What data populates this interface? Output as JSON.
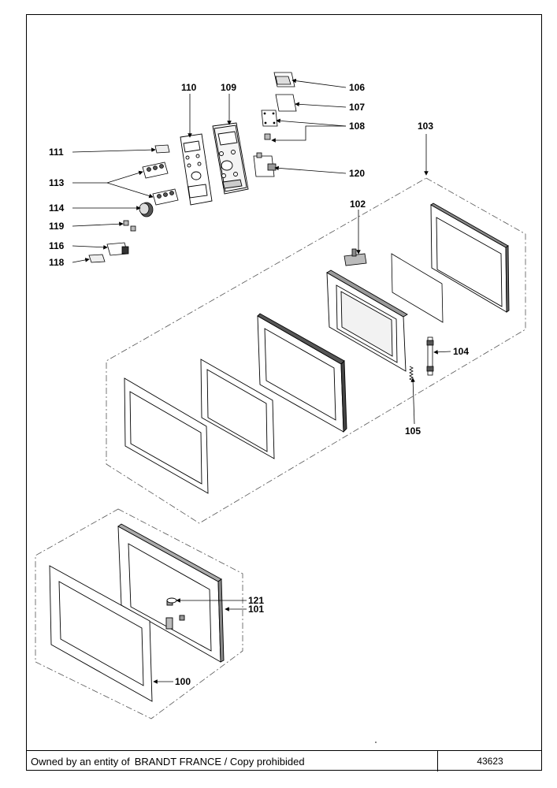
{
  "parts": {
    "p100": "100",
    "p101": "101",
    "p102": "102",
    "p103": "103",
    "p104": "104",
    "p105": "105",
    "p106": "106",
    "p107": "107",
    "p108": "108",
    "p109": "109",
    "p110": "110",
    "p111": "111",
    "p113": "113",
    "p114": "114",
    "p116": "116",
    "p118": "118",
    "p119": "119",
    "p120": "120",
    "p121": "121"
  },
  "footer": {
    "owner_prefix": "Owned by an entity of",
    "owner_brand": "BRANDT FRANCE",
    "owner_suffix": "/ Copy prohibided",
    "doc_number": "43623"
  }
}
